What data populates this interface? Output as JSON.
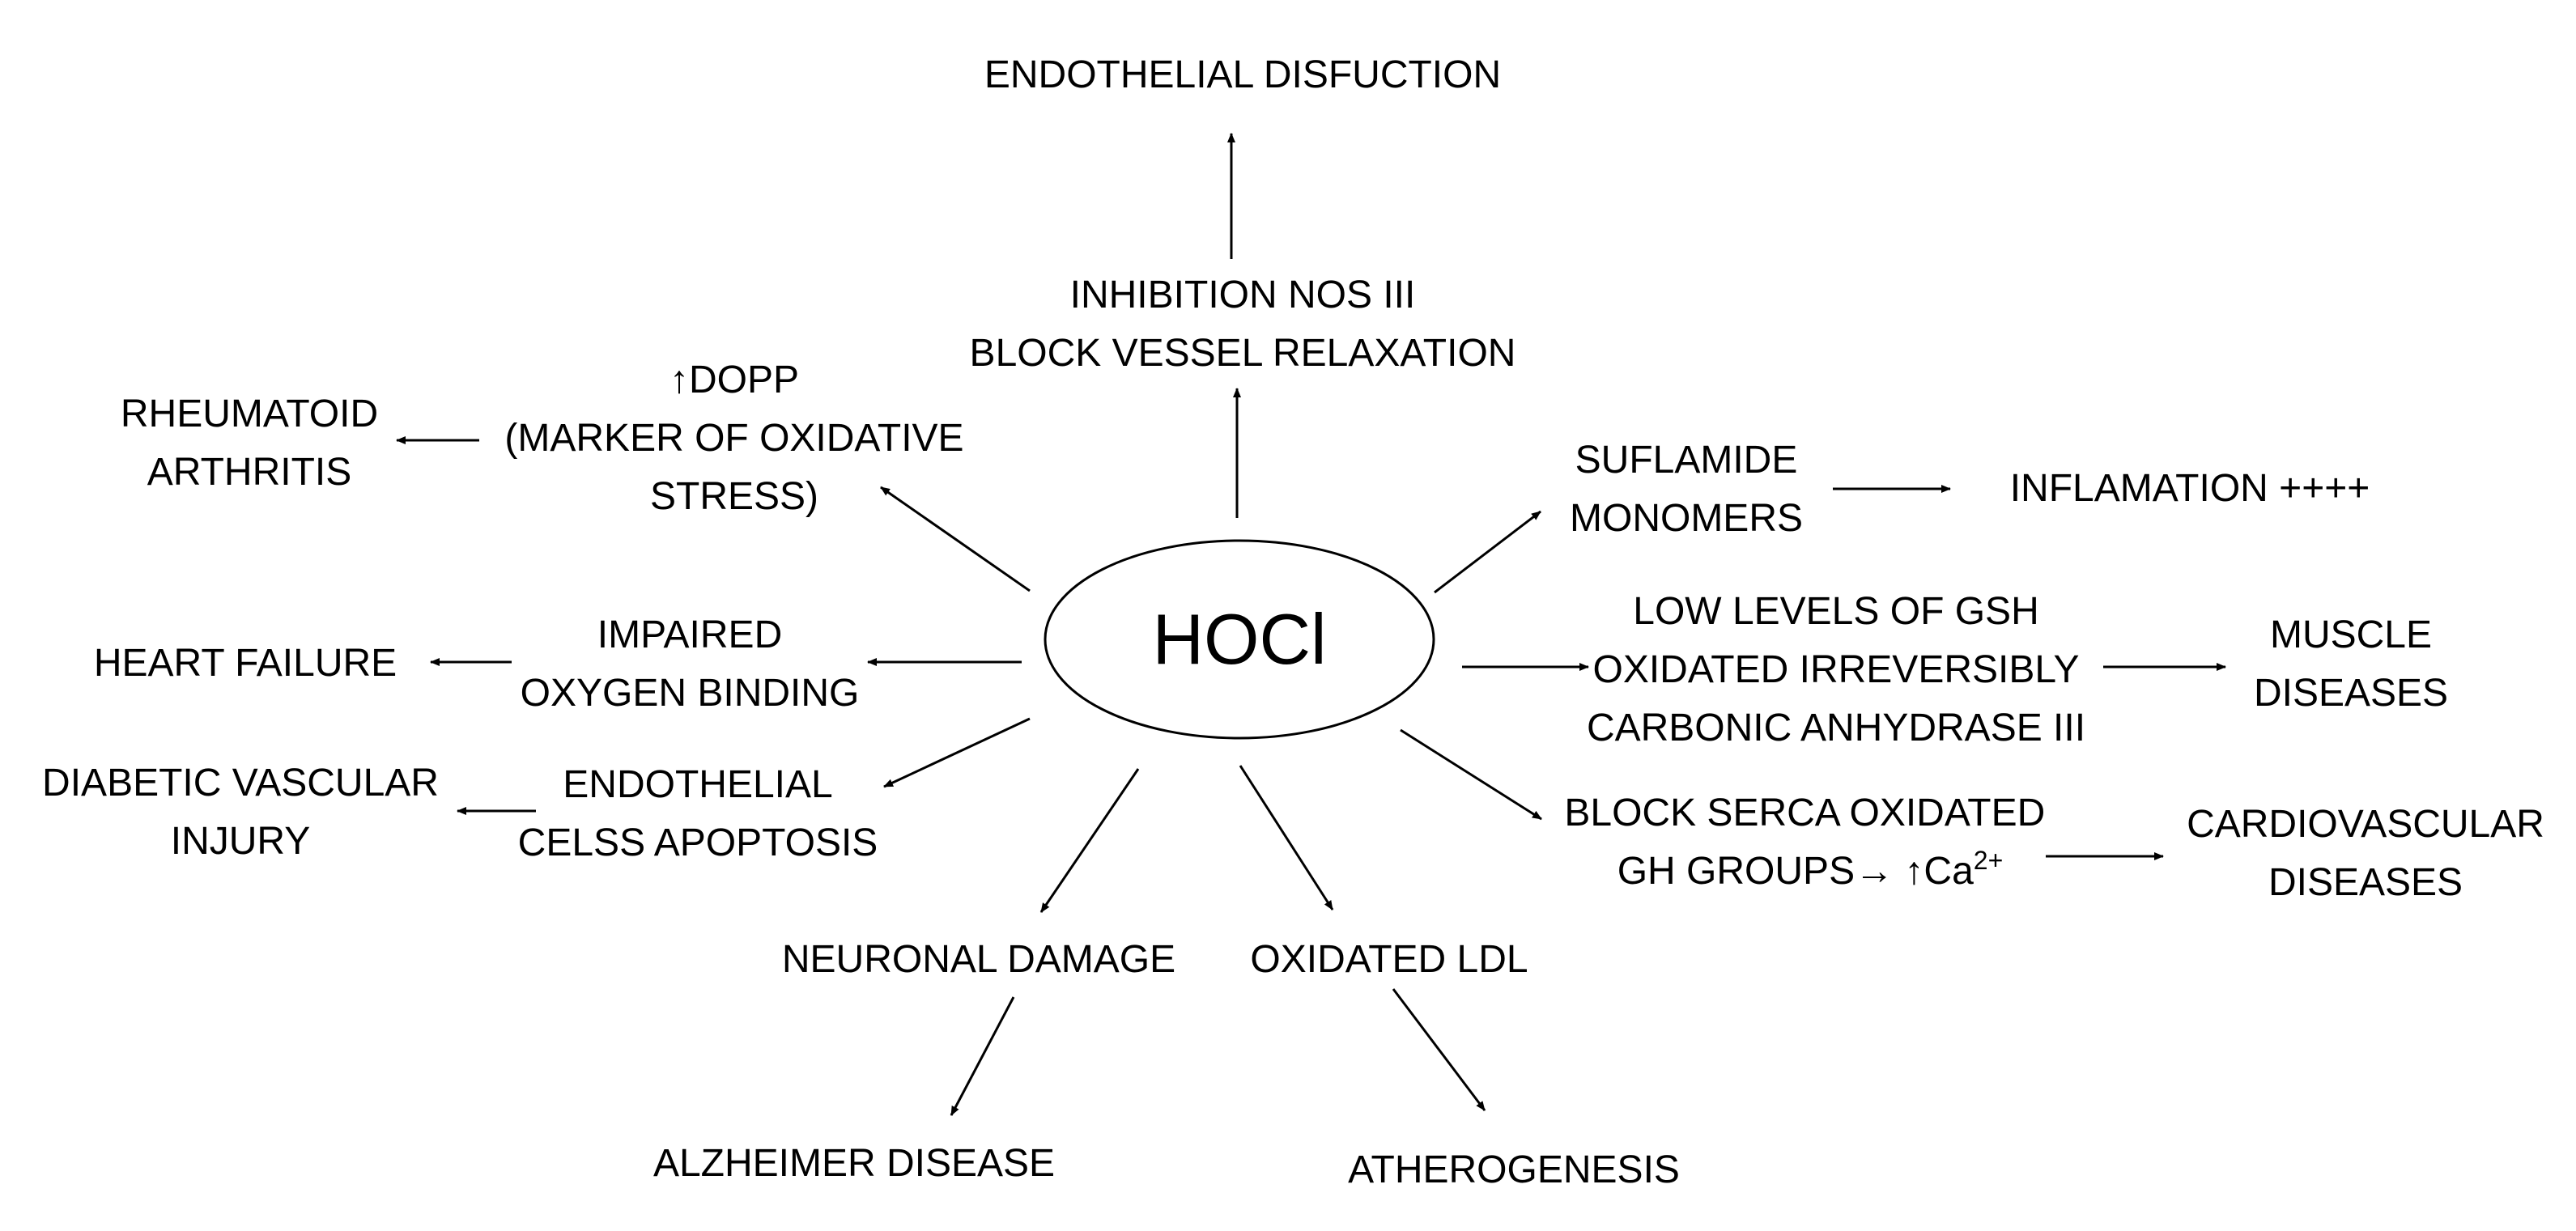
{
  "center": {
    "label": "HOCl"
  },
  "nodes": {
    "endothelial_disfuction": {
      "lines": [
        "ENDOTHELIAL DISFUCTION"
      ]
    },
    "inhibition_nos": {
      "lines": [
        "INHIBITION NOS III",
        "BLOCK VESSEL RELAXATION"
      ]
    },
    "dopp": {
      "lines": [
        "↑DOPP",
        "(MARKER OF OXIDATIVE",
        "STRESS)"
      ]
    },
    "rheumatoid_arthritis": {
      "lines": [
        "RHEUMATOID",
        "ARTHRITIS"
      ]
    },
    "impaired_oxygen": {
      "lines": [
        "IMPAIRED",
        "OXYGEN BINDING"
      ]
    },
    "heart_failure": {
      "lines": [
        "HEART FAILURE"
      ]
    },
    "endothelial_apoptosis": {
      "lines": [
        "ENDOTHELIAL",
        "CELSS APOPTOSIS"
      ]
    },
    "diabetic_vascular": {
      "lines": [
        "DIABETIC VASCULAR",
        "INJURY"
      ]
    },
    "neuronal_damage": {
      "lines": [
        "NEURONAL DAMAGE"
      ]
    },
    "alzheimer": {
      "lines": [
        "ALZHEIMER DISEASE"
      ]
    },
    "oxidated_ldl": {
      "lines": [
        "OXIDATED LDL"
      ]
    },
    "atherogenesis": {
      "lines": [
        "ATHEROGENESIS"
      ]
    },
    "suflamide": {
      "lines": [
        "SUFLAMIDE",
        "MONOMERS"
      ]
    },
    "inflamation": {
      "lines": [
        "INFLAMATION ++++"
      ]
    },
    "gsh": {
      "lines": [
        "LOW LEVELS OF GSH",
        "OXIDATED IRREVERSIBLY",
        "CARBONIC ANHYDRASE III"
      ]
    },
    "muscle": {
      "lines": [
        "MUSCLE",
        "DISEASES"
      ]
    },
    "serca": {
      "line1": "BLOCK SERCA OXIDATED",
      "line2_main": "GH GROUPS→ ↑Ca",
      "line2_sup": "2+"
    },
    "cardiovascular": {
      "lines": [
        "CARDIOVASCULAR",
        "DISEASES"
      ]
    }
  }
}
